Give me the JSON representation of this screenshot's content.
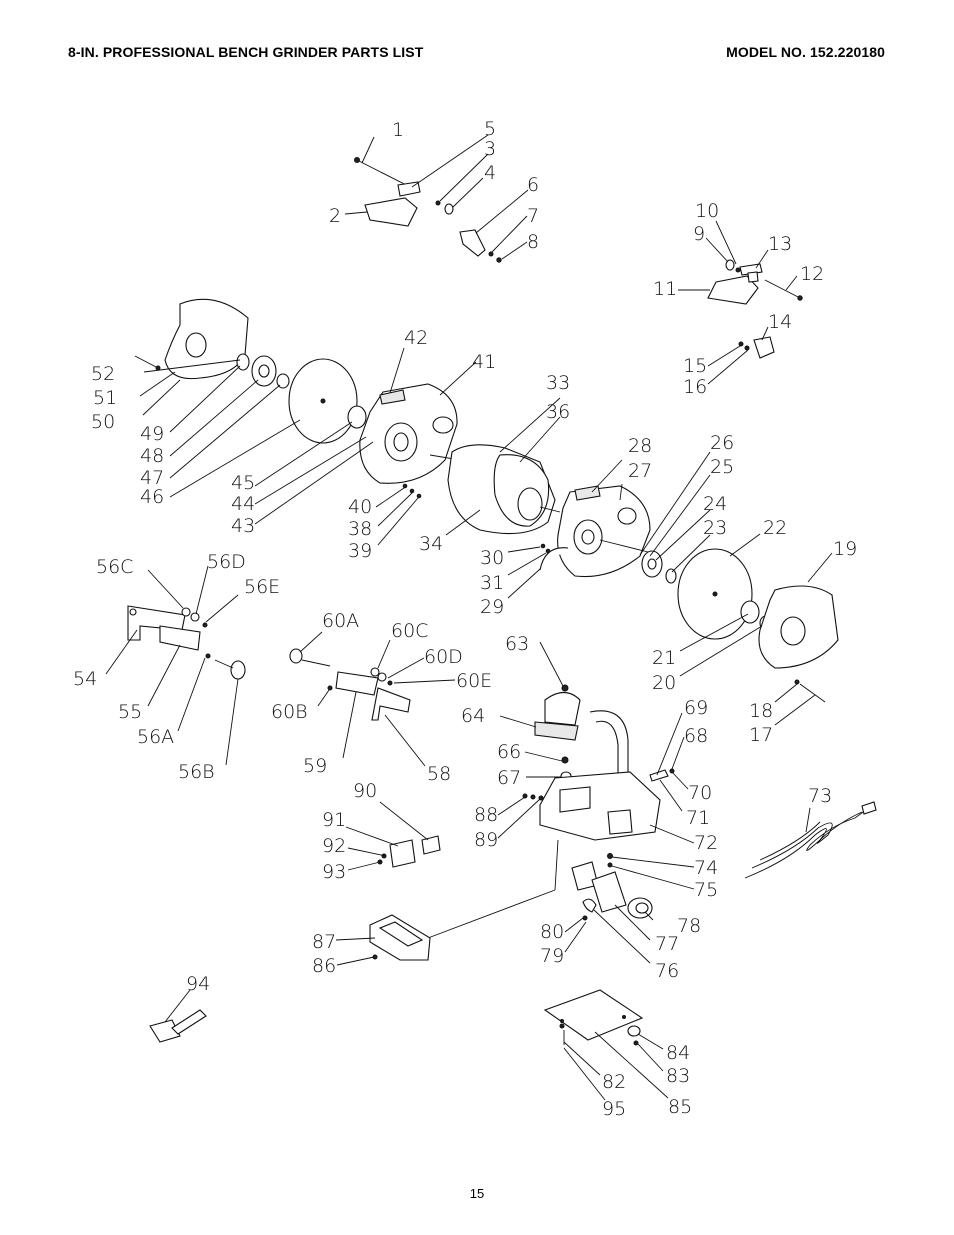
{
  "header": {
    "title": "8-IN. PROFESSIONAL BENCH GRINDER PARTS LIST",
    "model": "MODEL NO. 152.220180"
  },
  "page_number": "15",
  "labels": {
    "p1": "1",
    "p2": "2",
    "p3": "3",
    "p4": "4",
    "p5": "5",
    "p6": "6",
    "p7": "7",
    "p8": "8",
    "p9": "9",
    "p10": "10",
    "p11": "11",
    "p12": "12",
    "p13": "13",
    "p14": "14",
    "p15": "15",
    "p16": "16",
    "p17": "17",
    "p18": "18",
    "p19": "19",
    "p20": "20",
    "p21": "21",
    "p22": "22",
    "p23": "23",
    "p24": "24",
    "p25": "25",
    "p26": "26",
    "p27": "27",
    "p28": "28",
    "p29": "29",
    "p30": "30",
    "p31": "31",
    "p33": "33",
    "p34": "34",
    "p36": "36",
    "p38": "38",
    "p39": "39",
    "p40": "40",
    "p41": "41",
    "p42": "42",
    "p43": "43",
    "p44": "44",
    "p45": "45",
    "p46": "46",
    "p47": "47",
    "p48": "48",
    "p49": "49",
    "p50": "50",
    "p51": "51",
    "p52": "52",
    "p54": "54",
    "p55": "55",
    "p56A": "56A",
    "p56B": "56B",
    "p56C": "56C",
    "p56D": "56D",
    "p56E": "56E",
    "p58": "58",
    "p59": "59",
    "p60A": "60A",
    "p60B": "60B",
    "p60C": "60C",
    "p60D": "60D",
    "p60E": "60E",
    "p63": "63",
    "p64": "64",
    "p66": "66",
    "p67": "67",
    "p68": "68",
    "p69": "69",
    "p70": "70",
    "p71": "71",
    "p72": "72",
    "p73": "73",
    "p74": "74",
    "p75": "75",
    "p76": "76",
    "p77": "77",
    "p78": "78",
    "p79": "79",
    "p80": "80",
    "p82": "82",
    "p83": "83",
    "p84": "84",
    "p85": "85",
    "p86": "86",
    "p87": "87",
    "p88": "88",
    "p89": "89",
    "p90": "90",
    "p91": "91",
    "p92": "92",
    "p93": "93",
    "p94": "94",
    "p95": "95"
  }
}
